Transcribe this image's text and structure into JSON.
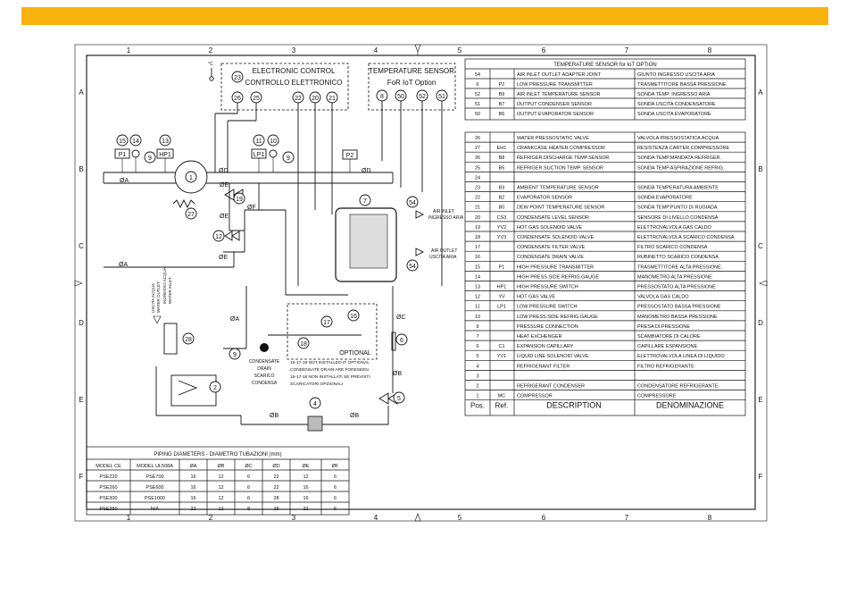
{
  "colors": {
    "top_bar": "#f8b30f",
    "ink": "#111111"
  },
  "grid": {
    "columns": [
      "1",
      "2",
      "3",
      "4",
      "5",
      "6",
      "7",
      "8"
    ],
    "rows": [
      "A",
      "B",
      "C",
      "D",
      "E",
      "F"
    ]
  },
  "boxes": {
    "electronic_control": {
      "line1": "ELECTRONIC CONTROL",
      "line2": "CONTROLLO ELETTRONICO"
    },
    "temperature_sensor": {
      "line1": "TEMPERATURE SENSOR",
      "line2": "FoR  IoT Option"
    },
    "optional": {
      "title": "OPTIONAL",
      "note1": "16-17-18 NOT INSTALLED IF OPTIONAL",
      "note2": "CONDENSATE DRAIN ARE FORESEEN",
      "note3": "16-17-18 NON INSTALLATI SE PREVISTI",
      "note4": "SCARICATORI OPZIONALI"
    }
  },
  "labels": {
    "temp_c": "°C",
    "air_inlet": "AIR INLET",
    "air_inlet_it": "INGRESSO ARIA",
    "air_outlet": "AIR OUTLET",
    "air_outlet_it": "USCITA ARIA",
    "water_outlet": "USCITA ACQUA",
    "water_outlet_it": "WATER OUTLET",
    "water_inlet": "INGRESSO ACQUA",
    "water_inlet_it": "WATER INLET",
    "condensate_1": "CONDENSATE",
    "condensate_2": "DRAIN",
    "condensate_3": "SCARICO",
    "condensate_4": "CONDENSA"
  },
  "markers": {
    "p1": "P1",
    "hp1": "HP1",
    "lp1": "LP1",
    "p2": "P2",
    "n23": "23",
    "n26": "26",
    "n25": "25",
    "n22": "22",
    "n20": "20",
    "n21": "21",
    "n8": "8",
    "n50": "50",
    "n52": "52",
    "n51": "51",
    "n15": "15",
    "n14": "14",
    "n13": "13",
    "n11": "11",
    "n10": "10",
    "n9a": "9",
    "n9b": "9",
    "n9c": "9",
    "n1": "1",
    "n27": "27",
    "n19": "19",
    "n12": "12",
    "n7": "7",
    "n54a": "54",
    "n54b": "54",
    "n6": "6",
    "n5": "5",
    "n4": "4",
    "n2": "2",
    "n28": "28",
    "n16": "16",
    "n17": "17",
    "n18": "18"
  },
  "pipe_labels": {
    "a1": "ØA",
    "a2": "ØA",
    "a3": "ØA",
    "b1": "ØB",
    "b2": "ØB",
    "b3": "ØB",
    "c1": "ØC",
    "d1": "ØD",
    "d2": "ØD",
    "e1": "ØE",
    "e2": "ØE",
    "e3": "ØE",
    "f1": "ØF"
  },
  "sensor_table": {
    "title": "TEMPERATURE SENSOR for IoT OPTION",
    "rows": [
      [
        "54",
        "",
        "AIR INLET OUTLET ADAPTER JOINT",
        "GIUNTO INGRESSO USCITA ARIA"
      ],
      [
        "6",
        "P2",
        "LOW PRESSURE TRANSMITTER",
        "TRASMETTITORE BASSA PRESSIONE"
      ],
      [
        "52",
        "B9",
        "AIR INLET TEMPERATURE SENSOR",
        "SONDA TEMP. INGRESSO ARIA"
      ],
      [
        "51",
        "B7",
        "OUTPUT CONDENSER SENSOR",
        "SONDA USCITA CONDENSATORE"
      ],
      [
        "50",
        "B6",
        "OUTPUT EVAPORATOR SENSOR",
        "SONDA USCITA EVAPORATORE"
      ]
    ]
  },
  "parts_table": {
    "rows": [
      [
        "26",
        "",
        "WATER PRESSOSTATIC VALVE",
        "VALVOLA  PRESSOSTATICA  ACQUA"
      ],
      [
        "27",
        "EH1",
        "CRANKCASE HEATER COMPRESSOR",
        "RESISTENZA CARTER COMPRESSORE"
      ],
      [
        "26",
        "B8",
        "REFRIGER.DISCHARGE TEMP.SENSOR",
        "SONDA TEMP.MANDATA REFRIGER."
      ],
      [
        "25",
        "B5",
        "REFRIGER.SUCTION TEMP. SENSOR",
        "SONDA TEMP.ASPIRAZIONE REFRIG."
      ],
      [
        "24",
        "",
        "",
        ""
      ],
      [
        "23",
        "B3",
        "AMBIENT TEMPERATURE SENSOR",
        "SONDA TEMPERATURA AMBIENTE"
      ],
      [
        "22",
        "B2",
        "EVAPORATOR SENSOR",
        "SONDA EVAPORATORE"
      ],
      [
        "21",
        "B0",
        "DEW POINT TEMPERATURE SENSOR",
        "SONDA TEMP.PUNTO DI RUGIADA"
      ],
      [
        "20",
        "CS3",
        "CONDENSATE LEVEL SENSOR",
        "SENSORE DI LIVELLO CONDENSA"
      ],
      [
        "19",
        "YV2",
        "HOT GAS SOLENOID VALVE",
        "ELETTROVALVOLA GAS CALDO"
      ],
      [
        "18",
        "YV3",
        "CONDENSATE SOLENOID VALVE",
        "ELETTROVALVOLA SCARICO CONDENSA"
      ],
      [
        "17",
        "",
        "CONDENSATE FILTER VALVE",
        "FILTRO SCARICO CONDENSA"
      ],
      [
        "16",
        "",
        "CONDENSATE DRAIN VALVE",
        "RUBINETTO SCARICO CONDENSA"
      ],
      [
        "15",
        "P1",
        "HIGH PRESSURE TRANSMITTER",
        "TRASMETTITORE ALTA PRESSIONE"
      ],
      [
        "14",
        "",
        "HIGH PRESS.SIDE REFRIG.GAUGE",
        "MANOMETRO ALTA PRESSIONE"
      ],
      [
        "13",
        "HP1",
        "HIGH PRESSURE SWITCH",
        "PRESSOSTATO ALTA PRESSIONE"
      ],
      [
        "12",
        "YV",
        "HOT GAS VALVE",
        "VALVOLA GAS CALDO"
      ],
      [
        "11",
        "LP1",
        "LOW PRESSURE SWITCH",
        "PRESSOSTATO BASSA PRESSIONE"
      ],
      [
        "10",
        "",
        "LOW PRESS.SIDE REFRIG.GAUGE",
        "MANOMETRO BASSA PRESSIONE"
      ],
      [
        "9",
        "",
        "PRESSURE CONNECTION",
        "PRESA DI PRESSIONE"
      ],
      [
        "7",
        "",
        "HEAT EXCHENGER",
        "SCAMBIATORE DI CALORE"
      ],
      [
        "6",
        "C1",
        "EXPANSION CAPILLARY",
        "CAPILLARE ESPANSIONE"
      ],
      [
        "5",
        "YV1",
        "LIQUID LINE SOLENOID VALVE",
        "ELETTROVALVOLA LINEA DI LIQUIDO"
      ],
      [
        "4",
        "",
        "REFRIGERANT FILTER",
        "FILTRO REFRIGERANTE"
      ],
      [
        "3",
        "",
        "",
        ""
      ],
      [
        "2",
        "",
        "REFRIGERANT CONDENSER",
        "CONDENSATORE REFRIGERANTE"
      ],
      [
        "1",
        "MC",
        "COMPRESSOR",
        "COMPRESSORE"
      ]
    ],
    "header": [
      "Pos.",
      "Ref.",
      "DESCRIPTION",
      "DENOMINAZIONE"
    ]
  },
  "piping_table": {
    "title": "PIPING DIAMETERS - DIAMETRO TUBAZIONI (mm)",
    "header": [
      "MODEL CE",
      "MODEL UL508A",
      "ØA",
      "ØB",
      "ØC",
      "ØD",
      "ØE",
      "ØF"
    ],
    "rows": [
      [
        "PSE220",
        "PSE700",
        "16",
        "12",
        "6",
        "22",
        "12",
        "6"
      ],
      [
        "PSE260",
        "PSE600",
        "16",
        "12",
        "6",
        "22",
        "16",
        "6"
      ],
      [
        "PSE300",
        "PSE1000",
        "16",
        "12",
        "6",
        "28",
        "16",
        "6"
      ],
      [
        "PSE350",
        "N/A",
        "22",
        "12",
        "8",
        "28",
        "22",
        "6"
      ]
    ]
  }
}
